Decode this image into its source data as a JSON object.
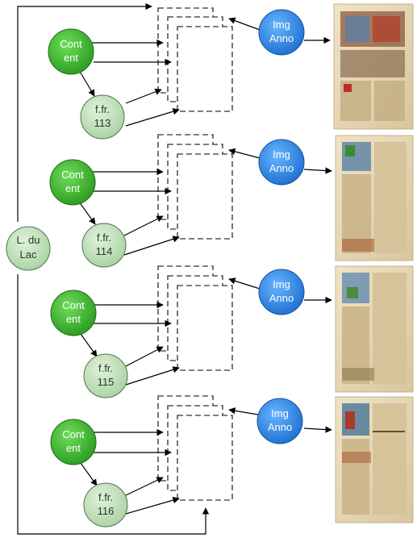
{
  "root_node": {
    "label_line1": "L. du",
    "label_line2": "Lac"
  },
  "groups": [
    {
      "content_node": {
        "label_line1": "Cont",
        "label_line2": "ent"
      },
      "manuscript_node": {
        "label_line1": "f.fr.",
        "label_line2": "113"
      },
      "annotation_node": {
        "label_line1": "Img",
        "label_line2": "Anno"
      },
      "thumbnail": "manuscript-page-image"
    },
    {
      "content_node": {
        "label_line1": "Cont",
        "label_line2": "ent"
      },
      "manuscript_node": {
        "label_line1": "f.fr.",
        "label_line2": "114"
      },
      "annotation_node": {
        "label_line1": "Img",
        "label_line2": "Anno"
      },
      "thumbnail": "manuscript-page-image"
    },
    {
      "content_node": {
        "label_line1": "Cont",
        "label_line2": "ent"
      },
      "manuscript_node": {
        "label_line1": "f.fr.",
        "label_line2": "115"
      },
      "annotation_node": {
        "label_line1": "Img",
        "label_line2": "Anno"
      },
      "thumbnail": "manuscript-page-image"
    },
    {
      "content_node": {
        "label_line1": "Cont",
        "label_line2": "ent"
      },
      "manuscript_node": {
        "label_line1": "f.fr.",
        "label_line2": "116"
      },
      "annotation_node": {
        "label_line1": "Img",
        "label_line2": "Anno"
      },
      "thumbnail": "manuscript-page-image"
    }
  ],
  "colors": {
    "content_fill": "#3cb62c",
    "manuscript_fill": "#b9dcb3",
    "annotation_fill": "#2f8de6",
    "root_fill": "#c9e2c2",
    "stroke": "#000000"
  }
}
